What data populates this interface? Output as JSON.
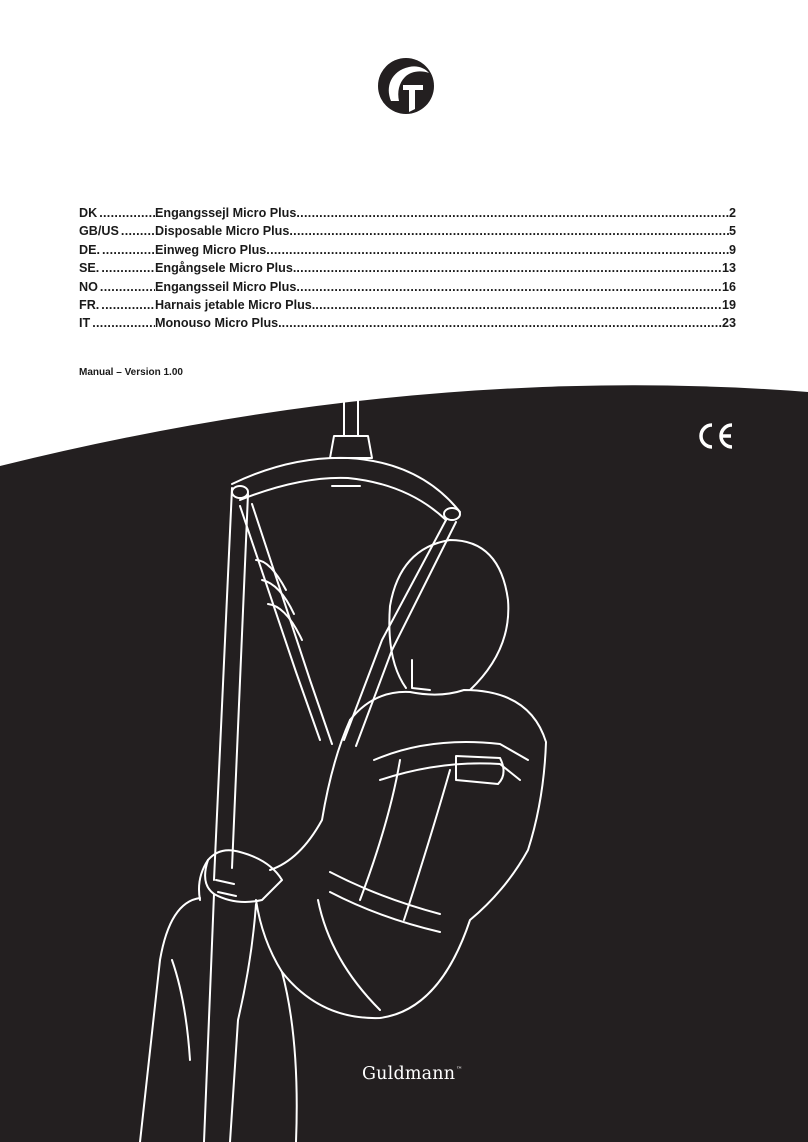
{
  "toc": [
    {
      "code": "DK",
      "title": "Engangssejl Micro Plus",
      "page": "2"
    },
    {
      "code": "GB/US",
      "title": "Disposable Micro Plus",
      "page": "5"
    },
    {
      "code": "DE.",
      "title": "Einweg Micro Plus",
      "page": "9"
    },
    {
      "code": "SE.",
      "title": "Engångsele Micro Plus.",
      "page": "13"
    },
    {
      "code": "NO",
      "title": "Engangsseil Micro Plus",
      "page": "16"
    },
    {
      "code": "FR.",
      "title": "Harnais jetable Micro Plus.",
      "page": "19"
    },
    {
      "code": "IT",
      "title": "Monouso Micro Plus.",
      "page": "23"
    }
  ],
  "version_label": "Manual – Version 1.00",
  "brand": {
    "name": "Guldmann",
    "trademark": "™"
  },
  "icons": {
    "logo": "guldmann-g-logo",
    "ce": "ce-mark"
  },
  "colors": {
    "background": "#ffffff",
    "panel": "#231f20",
    "lineart": "#ffffff",
    "text": "#1a1a1a"
  }
}
